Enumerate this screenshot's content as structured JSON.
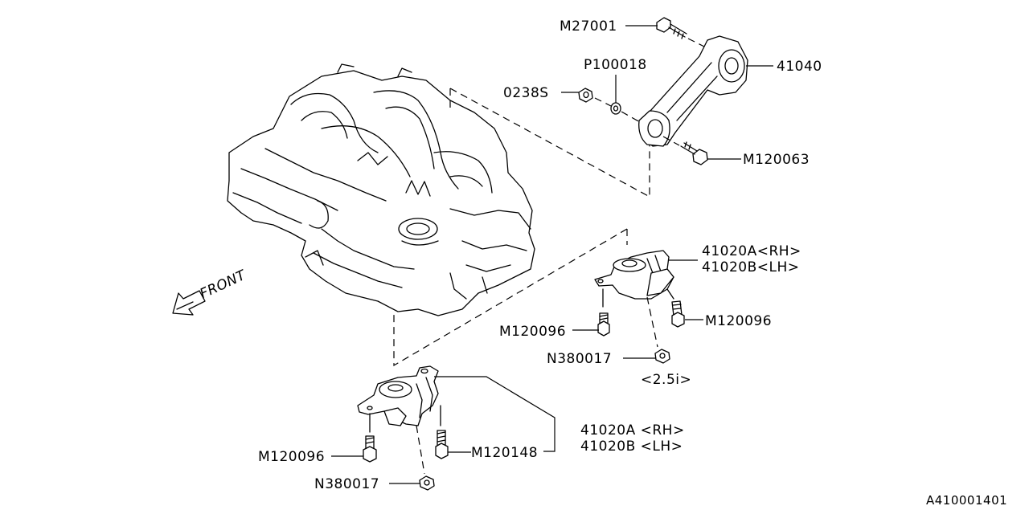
{
  "labels": {
    "m27001": "M27001",
    "p100018": "P100018",
    "n0238s": "0238S",
    "p41040": "41040",
    "m120063": "M120063",
    "rh_mount_a": "41020A<RH>",
    "rh_mount_b": "41020B<LH>",
    "m120096_upper_left": "M120096",
    "m120096_upper_right": "M120096",
    "n380017_upper": "N380017",
    "variant_note": "<2.5i>",
    "lower_mount_a": "41020A <RH>",
    "lower_mount_b": "41020B <LH>",
    "m120096_lower": "M120096",
    "m120148": "M120148",
    "n380017_lower": "N380017",
    "front": "FRONT",
    "figure_id": "A410001401"
  },
  "icons": [
    "front-arrow-icon"
  ]
}
